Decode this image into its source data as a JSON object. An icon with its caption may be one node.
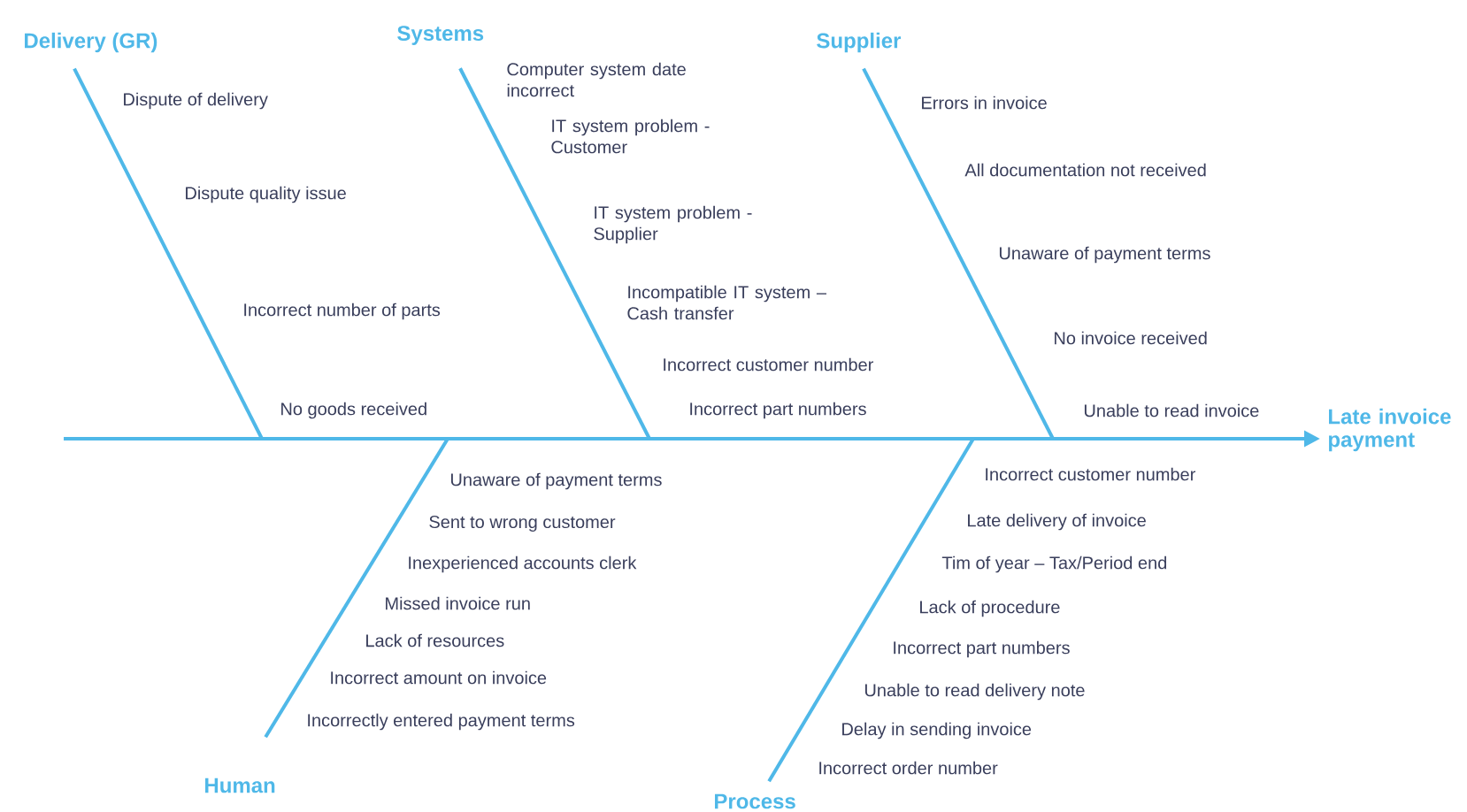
{
  "diagram": {
    "nodes": [
      {
        "text": [
          "Delivery (GR)"
        ]
      },
      {
        "text": [
          "Systems"
        ]
      },
      {
        "text": [
          "Supplier"
        ]
      },
      {
        "text": [
          "Late invoice payment"
        ]
      },
      {
        "text": [
          "Human"
        ]
      },
      {
        "text": [
          "Process"
        ]
      }
    ],
    "edges": [
      {
        "from": 0,
        "to": null,
        "arrow": "none"
      },
      {
        "from": 1,
        "to": null,
        "arrow": "none"
      },
      {
        "from": 2,
        "to": null,
        "arrow": "none"
      },
      {
        "from": null,
        "to": 3,
        "arrow": "to"
      },
      {
        "from": 4,
        "to": null,
        "arrow": "none"
      },
      {
        "from": 5,
        "to": null,
        "arrow": "none"
      }
    ],
    "labels": [
      "Dispute of delivery",
      "Dispute quality issue",
      "Incorrect number of parts",
      "No goods received",
      "Computer system date incorrect",
      "IT system problem - Customer",
      "IT system problem - Supplier",
      "Incompatible IT system – Cash transfer",
      "Incorrect customer number",
      "Incorrect part numbers",
      "Errors in invoice",
      "All documentation not received",
      "Unaware of payment terms",
      "No invoice received",
      "Unable to read invoice",
      "Unaware of payment terms",
      "Sent to wrong customer",
      "Inexperienced accounts clerk",
      "Missed invoice run",
      "Lack of resources",
      "Incorrect amount on invoice",
      "Incorrectly entered payment terms",
      "Incorrect customer number",
      "Late delivery of invoice",
      "Tim of year – Tax/Period end",
      "Lack of procedure",
      "Incorrect part numbers",
      "Unable to read delivery note",
      "Delay in sending invoice",
      "Incorrect order number"
    ]
  }
}
